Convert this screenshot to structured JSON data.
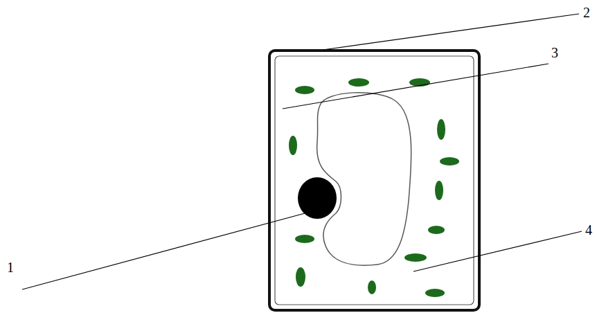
{
  "diagram": {
    "labels": [
      "2",
      "3",
      "4",
      "1"
    ]
  }
}
